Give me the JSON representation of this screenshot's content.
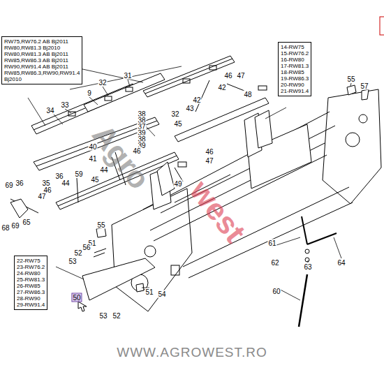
{
  "diagram": {
    "nodes": [
      {
        "text": [
          "RW75,RW76.2 AB Bj2011",
          "RW80,RW81.3 Bj2010",
          "RW80,RW81.3 AB Bj2011",
          "RW85,RW86.3 AB Bj2011",
          "RW90,RW91.4 AB Bj2011",
          "RW85,RW86.3,RW90,RW91.4",
          "Bj2010"
        ]
      },
      {
        "text": [
          "14-RW75",
          "15-RW76.2",
          "16-RW80",
          "17-RW81.3",
          "18-RW85",
          "19-RW86.3",
          "20-RW90",
          "21-RW91.4"
        ]
      },
      {
        "text": [
          "22-RW75",
          "23-RW76.2",
          "24-RW80",
          "25-RW81.3",
          "26-RW85",
          "27-RW86.3",
          "28-RW90",
          "29-RW91.4"
        ]
      }
    ],
    "labels": [
      "31",
      "32",
      "9",
      "33",
      "34",
      "43",
      "42",
      "47",
      "46",
      "42",
      "48",
      "32",
      "45",
      "38",
      "38",
      "37",
      "39",
      "38",
      "39",
      "40",
      "46",
      "41",
      "44",
      "45",
      "49",
      "46",
      "47",
      "35",
      "36",
      "59",
      "44",
      "46",
      "47",
      "36",
      "69",
      "65",
      "69",
      "68",
      "55",
      "57",
      "55",
      "51",
      "52",
      "56",
      "53",
      "51",
      "54",
      "50",
      "53",
      "52",
      "61",
      "62",
      "63",
      "64",
      "60",
      "Agro",
      "west",
      "WWW.AGROWEST.RO"
    ]
  }
}
